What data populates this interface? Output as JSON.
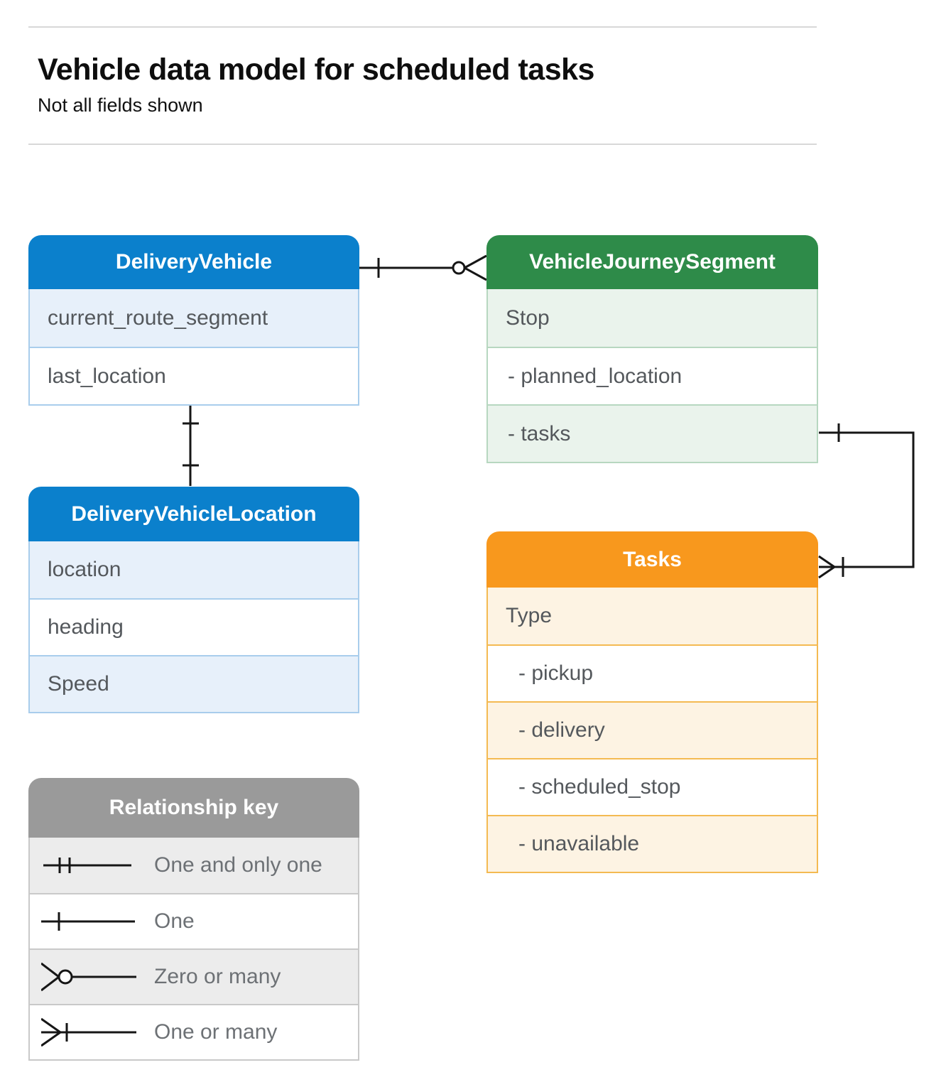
{
  "page": {
    "title": "Vehicle data model for scheduled tasks",
    "subtitle": "Not all fields shown"
  },
  "entities": [
    {
      "name": "DeliveryVehicle",
      "fields": [
        "current_route_segment",
        "last_location"
      ]
    },
    {
      "name": "VehicleJourneySegment",
      "fields": [
        "Stop",
        "- planned_location",
        "- tasks"
      ]
    },
    {
      "name": "DeliveryVehicleLocation",
      "fields": [
        "location",
        "heading",
        "Speed"
      ]
    },
    {
      "name": "Tasks",
      "fields": [
        "Type",
        "- pickup",
        "- delivery",
        "- scheduled_stop",
        "- unavailable"
      ]
    }
  ],
  "legend": {
    "title": "Relationship key",
    "items": [
      {
        "symbol": "one-and-only-one",
        "label": "One and only one"
      },
      {
        "symbol": "one",
        "label": "One"
      },
      {
        "symbol": "zero-or-many",
        "label": "Zero or many"
      },
      {
        "symbol": "one-or-many",
        "label": "One or many"
      }
    ]
  },
  "relationships": [
    {
      "from": "DeliveryVehicle",
      "to": "VehicleJourneySegment",
      "from_cardinality": "one",
      "to_cardinality": "zero-or-many"
    },
    {
      "from": "DeliveryVehicle",
      "to": "DeliveryVehicleLocation",
      "from_cardinality": "one",
      "to_cardinality": "one"
    },
    {
      "from": "VehicleJourneySegment.tasks",
      "to": "Tasks",
      "from_cardinality": "one",
      "to_cardinality": "one-or-many"
    }
  ],
  "colors": {
    "blue_header": "#0b80cc",
    "blue_tint": "#e7f0fa",
    "blue_border": "#a9cdec",
    "green_header": "#2e8b49",
    "green_tint": "#eaf3ec",
    "green_border": "#b7d7c0",
    "orange_header": "#f8981d",
    "orange_tint": "#fdf3e3",
    "orange_border": "#f4ba52",
    "gray_header": "#9a9a9a",
    "gray_tint": "#ececec",
    "gray_border": "#c9c9c9",
    "connector": "#161616",
    "divider": "#d8d8d8"
  }
}
